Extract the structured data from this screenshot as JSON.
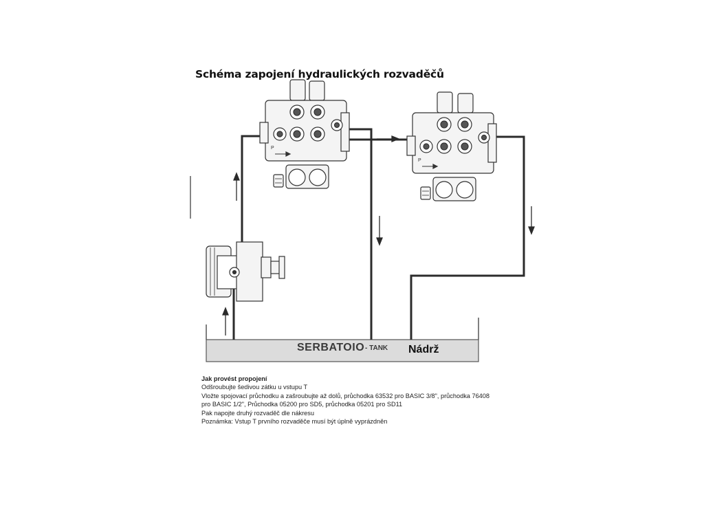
{
  "diagram": {
    "title": "Schéma zapojení hydraulických rozvaděčů",
    "tank": {
      "label": "SERBATOIO",
      "suffix": "- TANK",
      "label_cz": "Nádrž"
    },
    "valve_marks": {
      "port_p": "P"
    }
  },
  "instructions": {
    "heading": "Jak provést propojení",
    "lines": [
      "Odšroubujte šedivou zátku u vstupu T",
      "Vložte spojovací průchodku a zašroubujte až dolů, průchodka 63532 pro BASIC 3/8\", průchodka 76408",
      "pro BASIC 1/2\", Průchodka 05200 pro SD5, průchodka 05201 pro SD11",
      "Pak napojte druhý rozvaděč dle nákresu",
      "Poznámka: Vstup T prvního rozvaděče musí být úplně vyprázdněn"
    ]
  },
  "colors": {
    "line": "#2b2b2b",
    "tank_fill": "#dcdcdc",
    "part_fill": "#f4f4f4"
  }
}
